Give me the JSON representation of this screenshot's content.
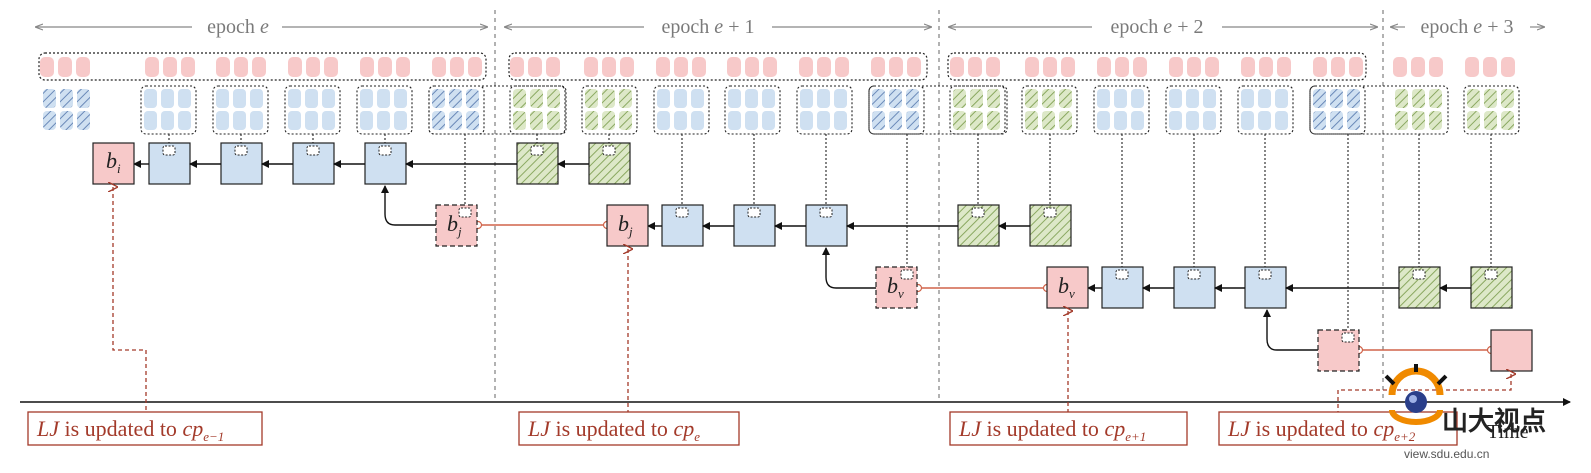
{
  "epochs": [
    {
      "label": "epoch ",
      "var": "e",
      "suffix": ""
    },
    {
      "label": "epoch ",
      "var": "e",
      "suffix": " + 1"
    },
    {
      "label": "epoch ",
      "var": "e",
      "suffix": " + 2"
    },
    {
      "label": "epoch ",
      "var": "e",
      "suffix": " + 3"
    }
  ],
  "blocks": [
    {
      "base": "b",
      "sub": "i"
    },
    {
      "base": "b",
      "sub": "j"
    },
    {
      "base": "b",
      "sub": "j"
    },
    {
      "base": "b",
      "sub": "v"
    },
    {
      "base": "b",
      "sub": "v"
    }
  ],
  "notes": [
    {
      "prefix": "LJ",
      "middle": " is updated to ",
      "cp": "cp",
      "sub": "e−1"
    },
    {
      "prefix": "LJ",
      "middle": " is updated to ",
      "cp": "cp",
      "sub": "e"
    },
    {
      "prefix": "LJ",
      "middle": " is updated to ",
      "cp": "cp",
      "sub": "e+1"
    },
    {
      "prefix": "LJ",
      "middle": " is updated to ",
      "cp": "cp",
      "sub": "e+2"
    }
  ],
  "axis": {
    "label": "Time"
  },
  "watermark": {
    "text": "山大视点",
    "url": "view.sdu.edu.cn"
  },
  "colors": {
    "pink_fill": "#f7c9c9",
    "pink_stroke": "#e06060",
    "blue_fill": "#cfe0f1",
    "green_fill": "#dde8c8",
    "link": "#d0644a",
    "note": "#a33a2a",
    "epoch_gray": "#888888"
  }
}
